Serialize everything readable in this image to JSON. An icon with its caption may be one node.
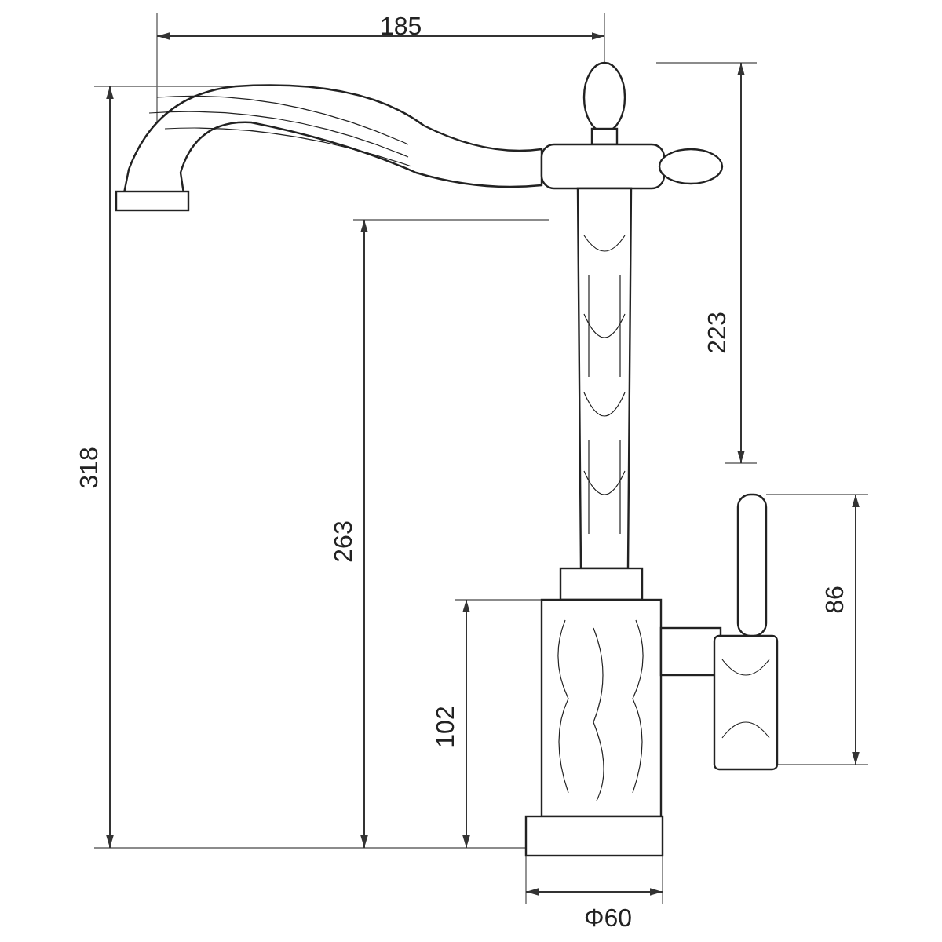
{
  "diagram": {
    "labels": [
      "185",
      "223",
      "318",
      "263",
      "86",
      "102",
      "Φ60"
    ]
  }
}
